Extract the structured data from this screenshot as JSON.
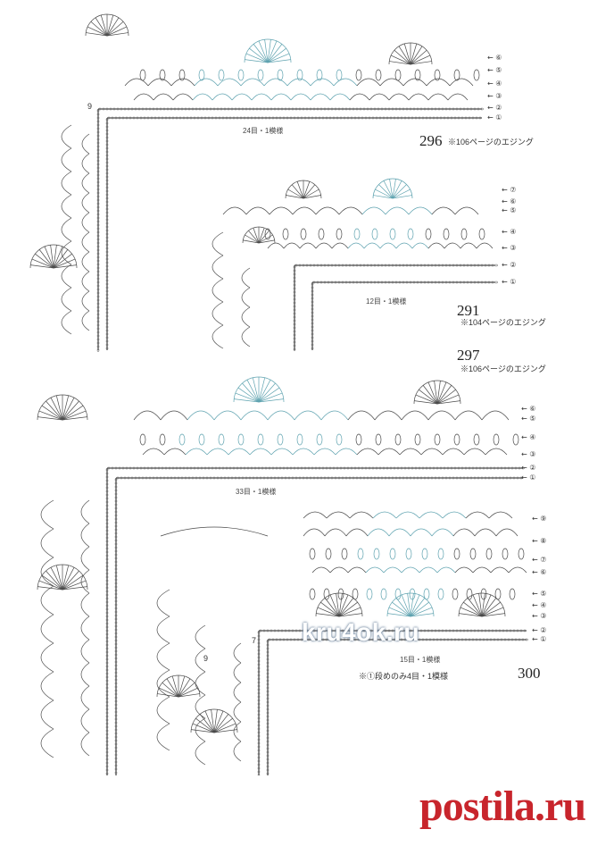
{
  "panels": [
    {
      "number": "296",
      "note": "※106ページのエジング",
      "repeat_label": "24目・1模様",
      "rows": [
        "⑥",
        "⑤",
        "④",
        "③",
        "②",
        "①"
      ],
      "corner_row": "9"
    },
    {
      "number": "291",
      "note": "※104ページのエジング",
      "repeat_label": "12目・1模様",
      "rows": [
        "⑦",
        "⑥",
        "⑤",
        "④",
        "③",
        "②",
        "①"
      ]
    },
    {
      "number": "297",
      "note": "※106ページのエジング",
      "repeat_label": "33目・1模様",
      "rows": [
        "⑥",
        "⑤",
        "④",
        "③",
        "②",
        "①"
      ]
    },
    {
      "number": "300",
      "note": "※①段めのみ4目・1模様",
      "repeat_label": "15目・1模様",
      "rows": [
        "⑨",
        "⑧",
        "⑦",
        "⑥",
        "⑤",
        "④",
        "③",
        "②",
        "①"
      ],
      "corner_rows": [
        "7",
        "9"
      ]
    }
  ],
  "watermarks": {
    "site": "kru4ok.ru",
    "brand": "postila.ru"
  },
  "colors": {
    "line": "#4a4a4a",
    "accent": "#5fa3b0",
    "brand": "#c8252c"
  }
}
